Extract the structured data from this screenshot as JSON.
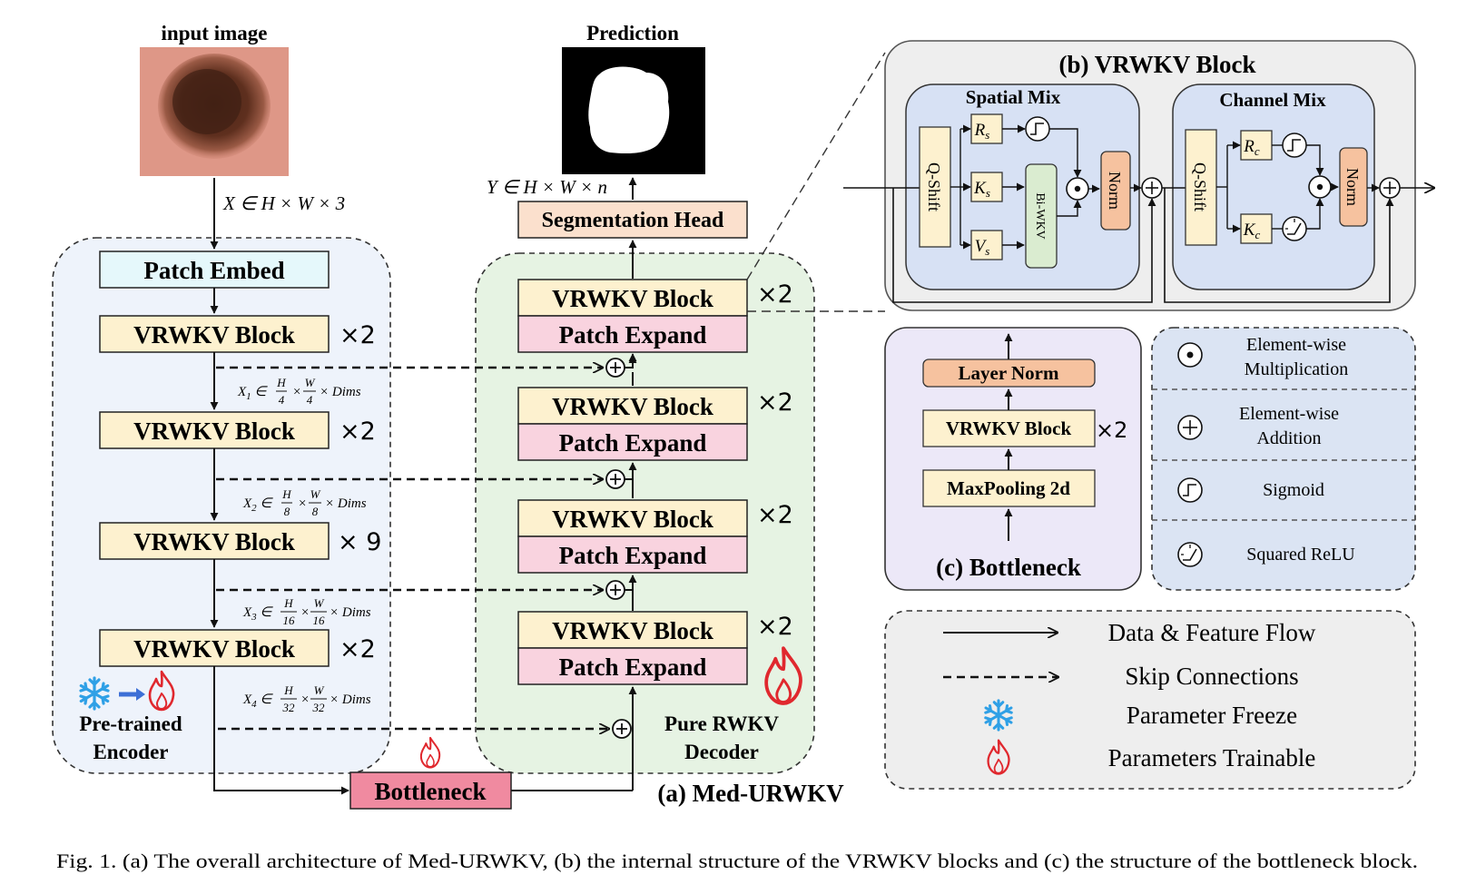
{
  "colors": {
    "encoder_bg": "#eef3fb",
    "decoder_bg": "#e6f3e3",
    "vrwkv_fill": "#fdf1cf",
    "patch_expand_fill": "#f9d3df",
    "patch_embed_fill": "#e5f8fb",
    "seg_head_fill": "#fbe0cd",
    "bottleneck_fill": "#f08aa0",
    "panel_bg": "#eeeeee",
    "mix_bg": "#d7e1f4",
    "norm_fill": "#f6c29f",
    "biwkv_fill": "#daecd0",
    "legend_ops_bg": "#dbe4f3",
    "bottleneck_panel_bg": "#ece8f8",
    "freeze_color": "#2fa0e6",
    "trainable_color": "#e0282e"
  },
  "encoder": {
    "input_label": "input image",
    "x_label": "X ∈ H × W × 3",
    "patch_embed": "Patch Embed",
    "blocks": [
      {
        "label": "VRWKV Block",
        "times": "×2"
      },
      {
        "label": "VRWKV Block",
        "times": "×2"
      },
      {
        "label": "VRWKV Block",
        "times": "× 9"
      },
      {
        "label": "VRWKV Block",
        "times": "×2"
      }
    ],
    "features": [
      {
        "pre": "X",
        "sub": "1",
        "mid": " ∈ ",
        "h": "H",
        "hd": "4",
        "w": "W",
        "wd": "4",
        "post": "× Dims"
      },
      {
        "pre": "X",
        "sub": "2",
        "mid": " ∈ ",
        "h": "H",
        "hd": "8",
        "w": "W",
        "wd": "8",
        "post": "× Dims"
      },
      {
        "pre": "X",
        "sub": "3",
        "mid": " ∈ ",
        "h": "H",
        "hd": "16",
        "w": "W",
        "wd": "16",
        "post": "× Dims"
      },
      {
        "pre": "X",
        "sub": "4",
        "mid": " ∈ ",
        "h": "H",
        "hd": "32",
        "w": "W",
        "wd": "32",
        "post": "× Dims"
      }
    ],
    "caption_line1": "Pre-trained",
    "caption_line2": "Encoder"
  },
  "decoder": {
    "prediction_label": "Prediction",
    "y_label": "Y ∈ H × W × n",
    "seg_head": "Segmentation Head",
    "stages": [
      {
        "block": "VRWKV Block",
        "expand": "Patch Expand",
        "times": "×2"
      },
      {
        "block": "VRWKV Block",
        "expand": "Patch Expand",
        "times": "×2"
      },
      {
        "block": "VRWKV Block",
        "expand": "Patch Expand",
        "times": "×2"
      },
      {
        "block": "VRWKV Block",
        "expand": "Patch Expand",
        "times": "×2"
      }
    ],
    "caption_line1": "Pure RWKV",
    "caption_line2": "Decoder"
  },
  "bottleneck_label": "Bottleneck",
  "panel_a_title": "(a)  Med-URWKV",
  "panel_b": {
    "title": "(b) VRWKV Block",
    "spatial_mix": "Spatial Mix",
    "channel_mix": "Channel Mix",
    "qshift": "Q-Shift",
    "norm": "Norm",
    "biwkv": "Bi-WKV",
    "rs": {
      "main": "R",
      "sub": "s"
    },
    "ks": {
      "main": "K",
      "sub": "s"
    },
    "vs": {
      "main": "V",
      "sub": "s"
    },
    "rc": {
      "main": "R",
      "sub": "c"
    },
    "kc": {
      "main": "K",
      "sub": "c"
    }
  },
  "panel_c": {
    "title": "(c) Bottleneck",
    "layer_norm": "Layer Norm",
    "vrwkv": "VRWKV Block",
    "times": "×2",
    "maxpool": "MaxPooling 2d"
  },
  "legend_ops": [
    {
      "icon": "dot-circle-icon",
      "line1": "Element-wise",
      "line2": "Multiplication"
    },
    {
      "icon": "plus-circle-icon",
      "line1": "Element-wise",
      "line2": "Addition"
    },
    {
      "icon": "sigmoid-icon",
      "line1": "Sigmoid",
      "line2": ""
    },
    {
      "icon": "squared-relu-icon",
      "line1": "Squared ReLU",
      "line2": ""
    }
  ],
  "legend_flow": [
    {
      "icon": "solid-arrow-icon",
      "label": "Data & Feature Flow"
    },
    {
      "icon": "dashed-arrow-icon",
      "label": "Skip Connections"
    },
    {
      "icon": "snowflake-icon",
      "label": "Parameter Freeze"
    },
    {
      "icon": "flame-icon",
      "label": "Parameters  Trainable"
    }
  ],
  "caption": "Fig. 1.  (a) The overall architecture of Med-URWKV, (b) the internal structure of the VRWKV blocks and (c) the structure of the bottleneck block."
}
